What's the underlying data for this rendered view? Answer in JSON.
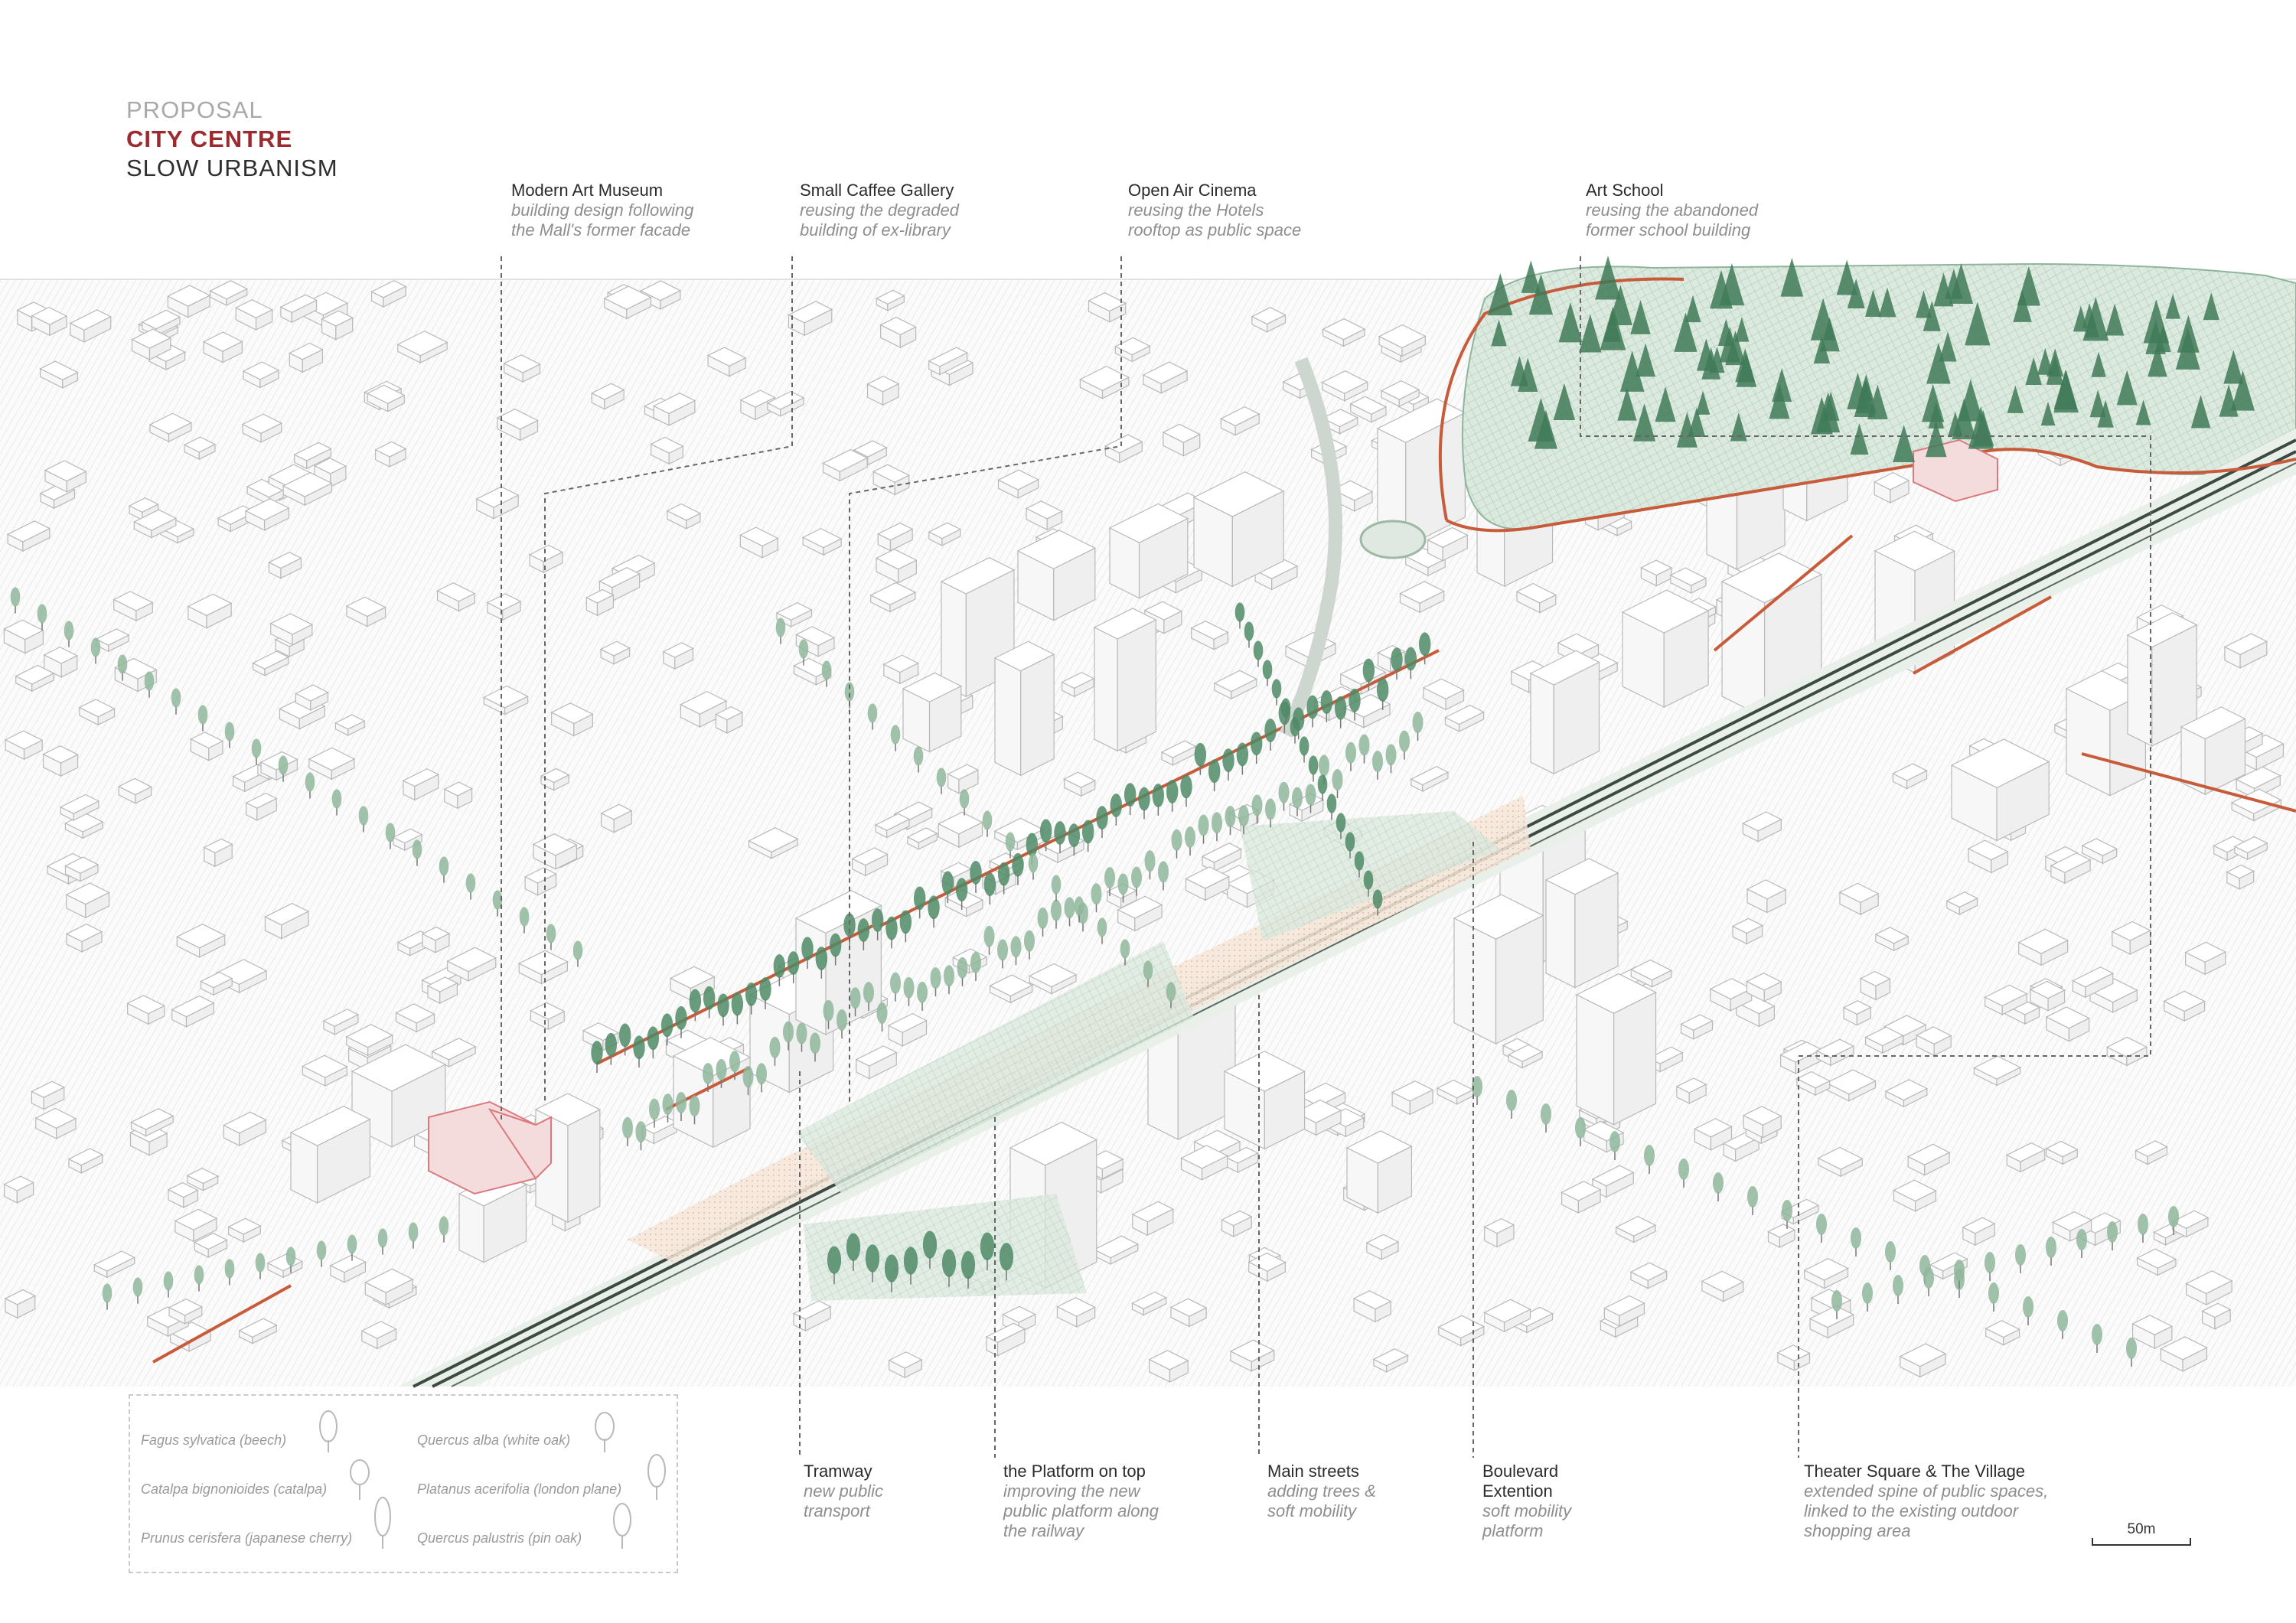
{
  "title": {
    "line1": "PROPOSAL",
    "line2": "CITY CENTRE",
    "line3": "SLOW URBANISM"
  },
  "top_annotations": [
    {
      "name": "Modern Art Museum",
      "desc1": "building design following",
      "desc2": "the Mall's former facade"
    },
    {
      "name": "Small Caffee Gallery",
      "desc1": "reusing the degraded",
      "desc2": "building of ex-library"
    },
    {
      "name": "Open Air Cinema",
      "desc1": "reusing the Hotels",
      "desc2": "rooftop as public space"
    },
    {
      "name": "Art School",
      "desc1": "reusing the abandoned",
      "desc2": "former school building"
    }
  ],
  "bottom_annotations": [
    {
      "name1": "Tramway",
      "name2": "",
      "desc": [
        "new public",
        "transport"
      ]
    },
    {
      "name1": "the Platform on top",
      "name2": "",
      "desc": [
        "improving the new",
        "public platform along",
        "the railway"
      ]
    },
    {
      "name1": "Main streets",
      "name2": "",
      "desc": [
        "adding trees &",
        "soft mobility"
      ]
    },
    {
      "name1": "Boulevard",
      "name2": "Extention",
      "desc": [
        "soft mobility",
        "platform"
      ]
    },
    {
      "name1": "Theater Square & The Village",
      "name2": "",
      "desc": [
        "extended spine of public spaces,",
        "linked to the existing outdoor",
        "shopping area"
      ]
    }
  ],
  "legend": {
    "items": [
      "Fagus sylvatica (beech)",
      "Quercus alba (white oak)",
      "Catalpa bignonioides (catalpa)",
      "Platanus acerifolia (london plane)",
      "Prunus cerisfera (japanese cherry)",
      "Quercus palustris (pin oak)"
    ]
  },
  "scale_label": "50m",
  "colors": {
    "accent_red": "#9c2a2e",
    "tree_green": "#5e9273",
    "path_red": "#c75b3a",
    "plaza_peach": "#efd9c8"
  }
}
